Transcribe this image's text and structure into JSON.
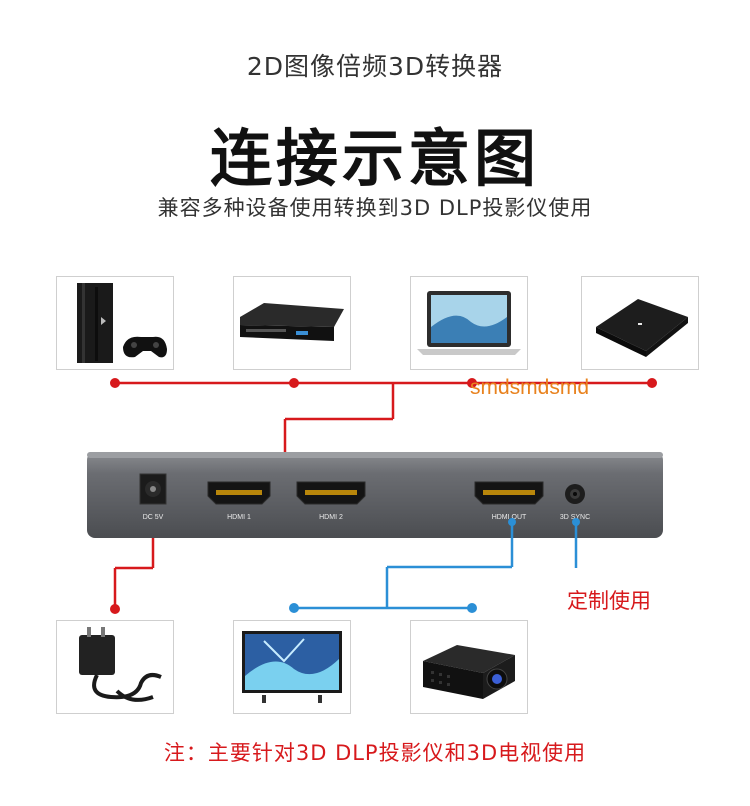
{
  "header": {
    "subtitle": "2D图像倍频3D转换器",
    "title": "连接示意图",
    "tagline": "兼容多种设备使用转换到3D DLP投影仪使用"
  },
  "watermark": "smdsmdsmd",
  "device_ports": {
    "dc": "DC 5V",
    "hdmi1": "HDMI 1",
    "hdmi2": "HDMI 2",
    "hdmi_out": "HDMI OUT",
    "sync": "3D SYNC"
  },
  "annotations": {
    "custom_use": "定制使用"
  },
  "footer": {
    "note": "注：主要针对3D DLP投影仪和3D电视使用"
  },
  "colors": {
    "input_line": "#d7191c",
    "output_line": "#2b8fd6",
    "device_body": "#6b6d72"
  }
}
